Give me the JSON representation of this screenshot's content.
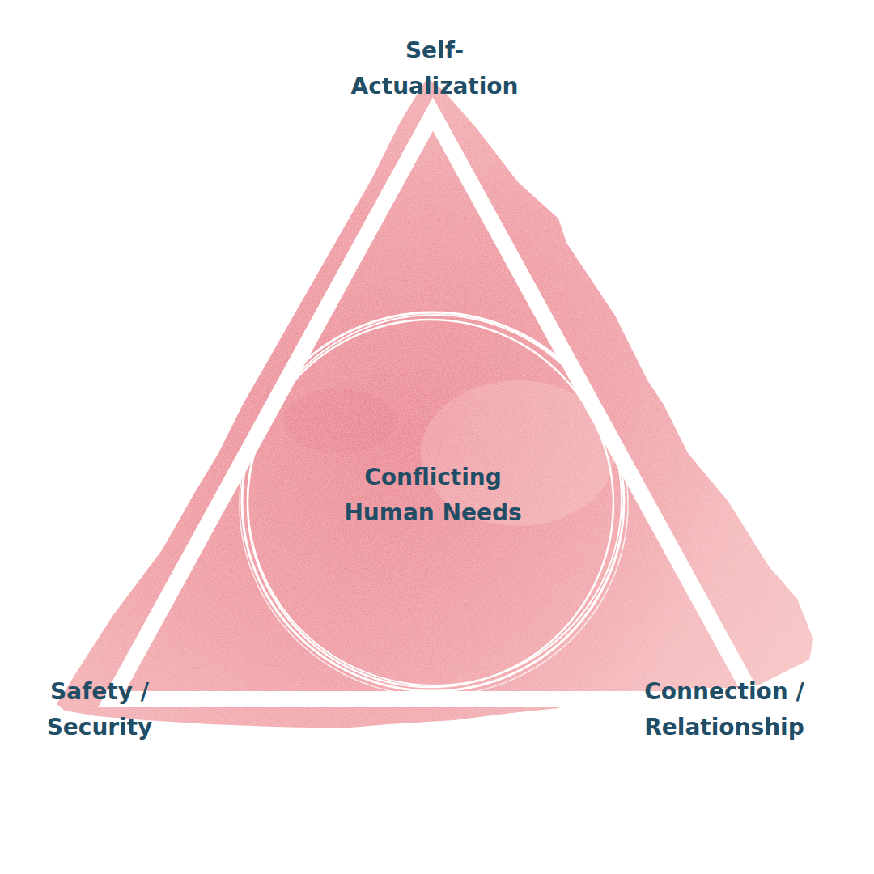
{
  "diagram": {
    "nodes": [
      {
        "text": [
          "Self- Actualization",
          "Safety / Security",
          "Connection / Relationship"
        ]
      },
      {
        "text": [
          "Conflicting Human Needs"
        ],
        "in": 0
      }
    ]
  }
}
